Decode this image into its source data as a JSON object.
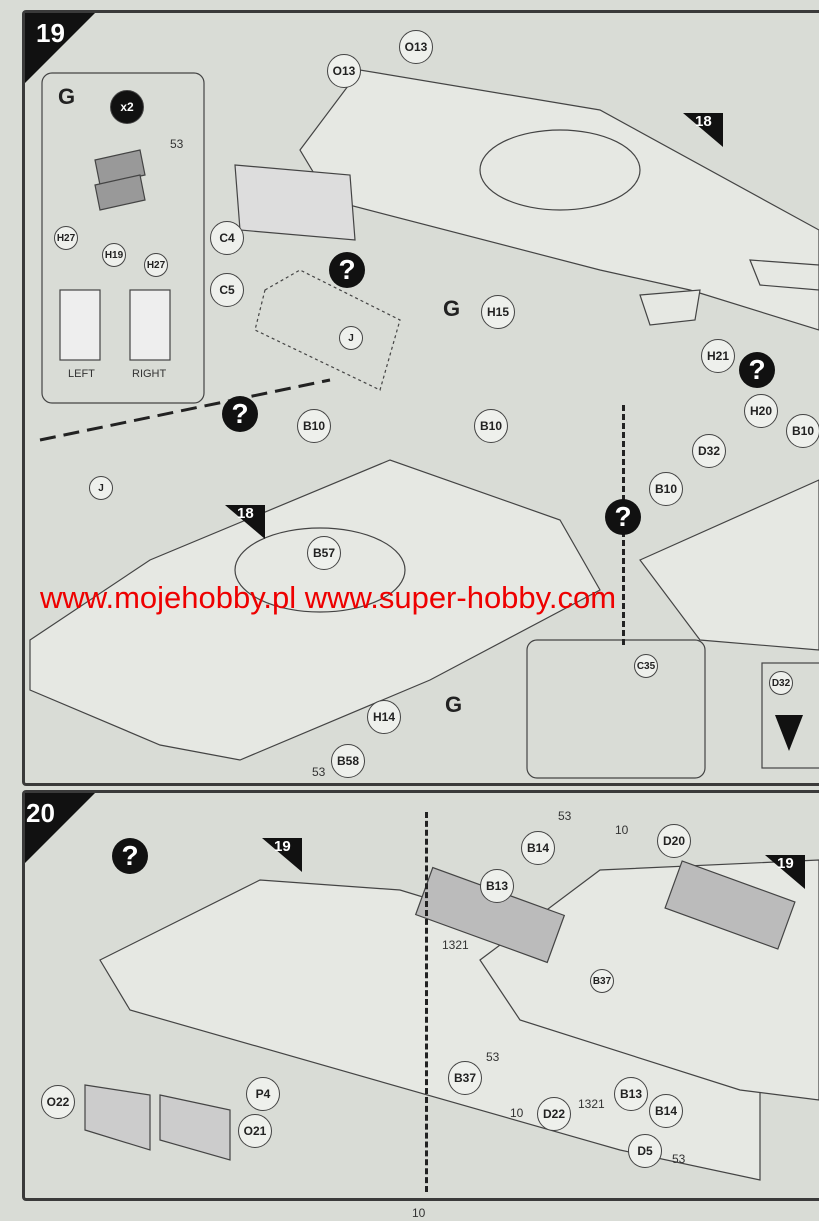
{
  "page_number": "10",
  "watermark": "www.mojehobby.pl www.super-hobby.com",
  "step19": {
    "number": "19",
    "inset": {
      "title": "G",
      "multiplier": "x2",
      "part_53": "53",
      "parts": [
        "H27",
        "H19",
        "H27"
      ],
      "left_label": "LEFT",
      "right_label": "RIGHT"
    },
    "callouts": [
      "O13",
      "O13",
      "C4",
      "C5",
      "J",
      "H15",
      "H21",
      "H20",
      "B10",
      "B10",
      "B10",
      "D32",
      "B10",
      "J",
      "B57",
      "H14",
      "B58",
      "C35",
      "D32"
    ],
    "group_labels": [
      "G",
      "G"
    ],
    "numbers": [
      "53"
    ],
    "ref_steps": [
      "18",
      "18"
    ]
  },
  "step20": {
    "number": "20",
    "callouts": [
      "O22",
      "P4",
      "O21",
      "B14",
      "D20",
      "B13",
      "B37",
      "B37",
      "D22",
      "B13",
      "B14",
      "D5"
    ],
    "numbers": [
      "53",
      "10",
      "1321",
      "53",
      "10",
      "1321",
      "53"
    ],
    "ref_steps": [
      "19",
      "19"
    ]
  }
}
